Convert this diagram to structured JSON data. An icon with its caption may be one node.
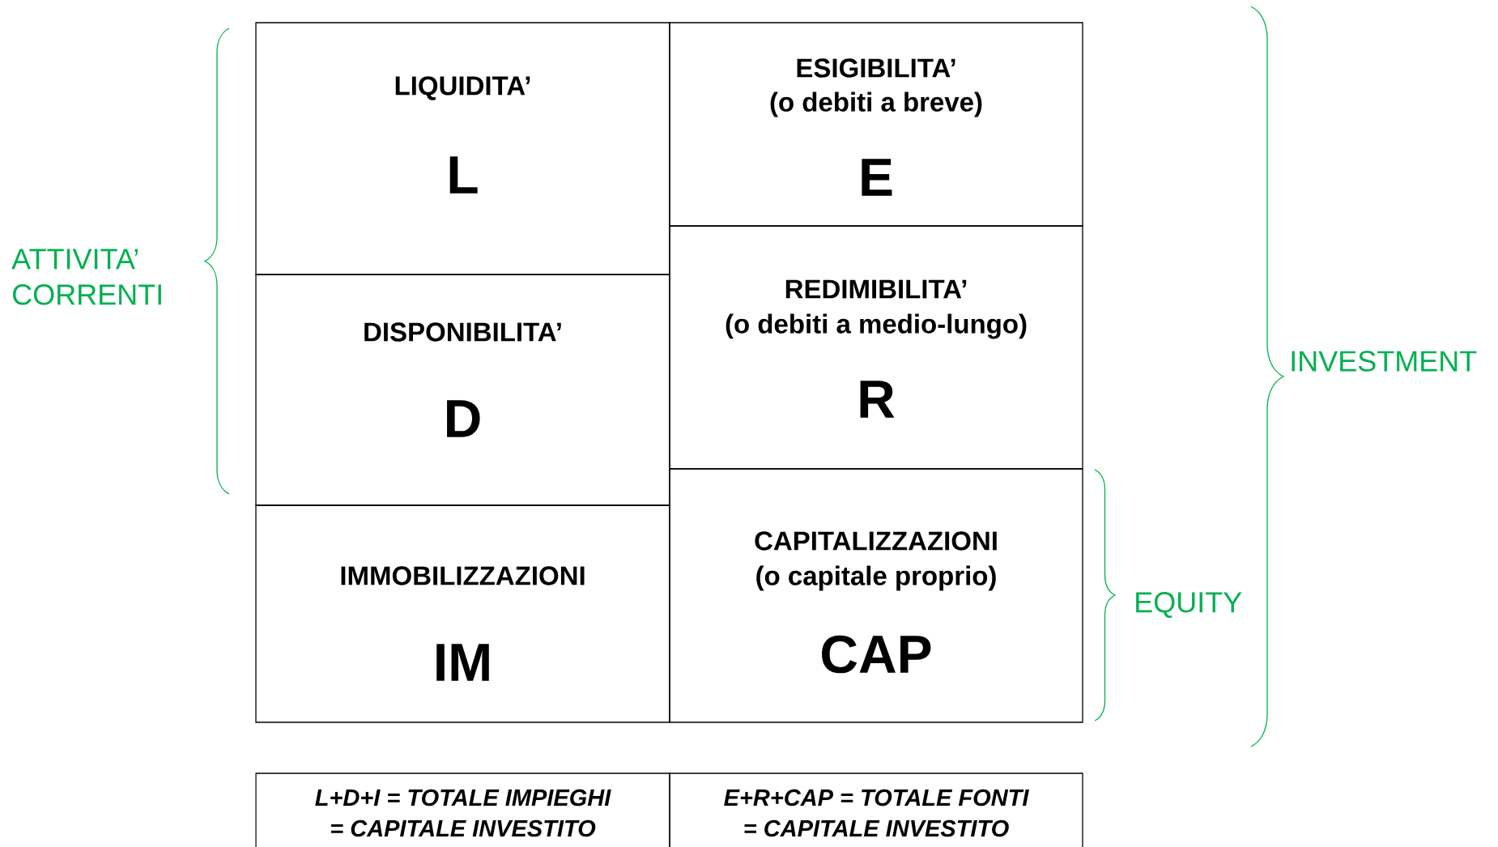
{
  "diagram": {
    "nodes": [
      {
        "text": [
          "LIQUIDITA’",
          "L"
        ]
      },
      {
        "text": [
          "DISPONIBILITA’",
          "D"
        ]
      },
      {
        "text": [
          "IMMOBILIZZAZIONI",
          "IM"
        ]
      },
      {
        "text": [
          "ESIGIBILITA’",
          "(o debiti a breve)",
          "E"
        ]
      },
      {
        "text": [
          "REDIMIBILITA’",
          "(o debiti a medio-lungo)",
          "R"
        ]
      },
      {
        "text": [
          "CAPITALIZZAZIONI",
          "(o capitale proprio)",
          "CAP"
        ]
      },
      {
        "text": [
          "L+D+I  =  TOTALE IMPIEGHI",
          "=  CAPITALE INVESTITO"
        ]
      },
      {
        "text": [
          "E+R+CAP  =  TOTALE FONTI",
          "=  CAPITALE INVESTITO"
        ]
      }
    ],
    "labels": [
      "ATTIVITA’ CORRENTI",
      "INVESTMENT",
      "EQUITY"
    ]
  }
}
